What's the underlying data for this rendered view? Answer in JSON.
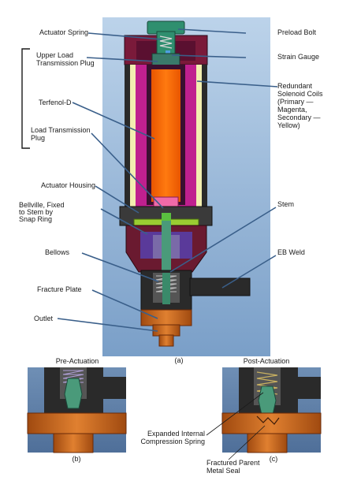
{
  "labels": {
    "actuator_spring": "Actuator Spring",
    "upper_load_1": "Upper Load",
    "upper_load_2": "Transmission Plug",
    "terfenol": "Terfenol-D",
    "load_trans_1": "Load Transmission",
    "load_trans_2": "Plug",
    "actuator_housing": "Actuator Housing",
    "bellville_1": "Bellville, Fixed",
    "bellville_2": "to Stem by",
    "bellville_3": "Snap Ring",
    "bellows": "Bellows",
    "fracture_plate": "Fracture Plate",
    "outlet": "Outlet",
    "preload_bolt": "Preload Bolt",
    "strain_gauge": "Strain Gauge",
    "coils_1": "Redundant",
    "coils_2": "Solenoid Coils",
    "coils_3": "(Primary —",
    "coils_4": "Magenta,",
    "coils_5": "Secondary —",
    "coils_6": "Yellow)",
    "stem": "Stem",
    "eb_weld": "EB Weld"
  },
  "captions": {
    "main": "(a)",
    "b": "(b)",
    "c": "(c)",
    "pre_actuation": "Pre-Actuation",
    "post_actuation": "Post-Actuation"
  },
  "inset_labels": {
    "spring_1": "Expanded Internal",
    "spring_2": "Compression Spring",
    "seal_1": "Fractured Parent",
    "seal_2": "Metal Seal"
  },
  "colors": {
    "background_blue": "#8fb3d6",
    "terfenol_orange": "#ff6a00",
    "coil_magenta": "#c0208f",
    "coil_yellow": "#f2eeb0",
    "housing_dark": "#2a2a2a",
    "cap_maroon": "#7a1a3a",
    "bolt_teal": "#2f8f6f",
    "green_belleville": "#9acd32",
    "purple_cavity": "#5a3a9a",
    "copper": "#c8661a",
    "leader_blue": "#3a5f8a"
  }
}
